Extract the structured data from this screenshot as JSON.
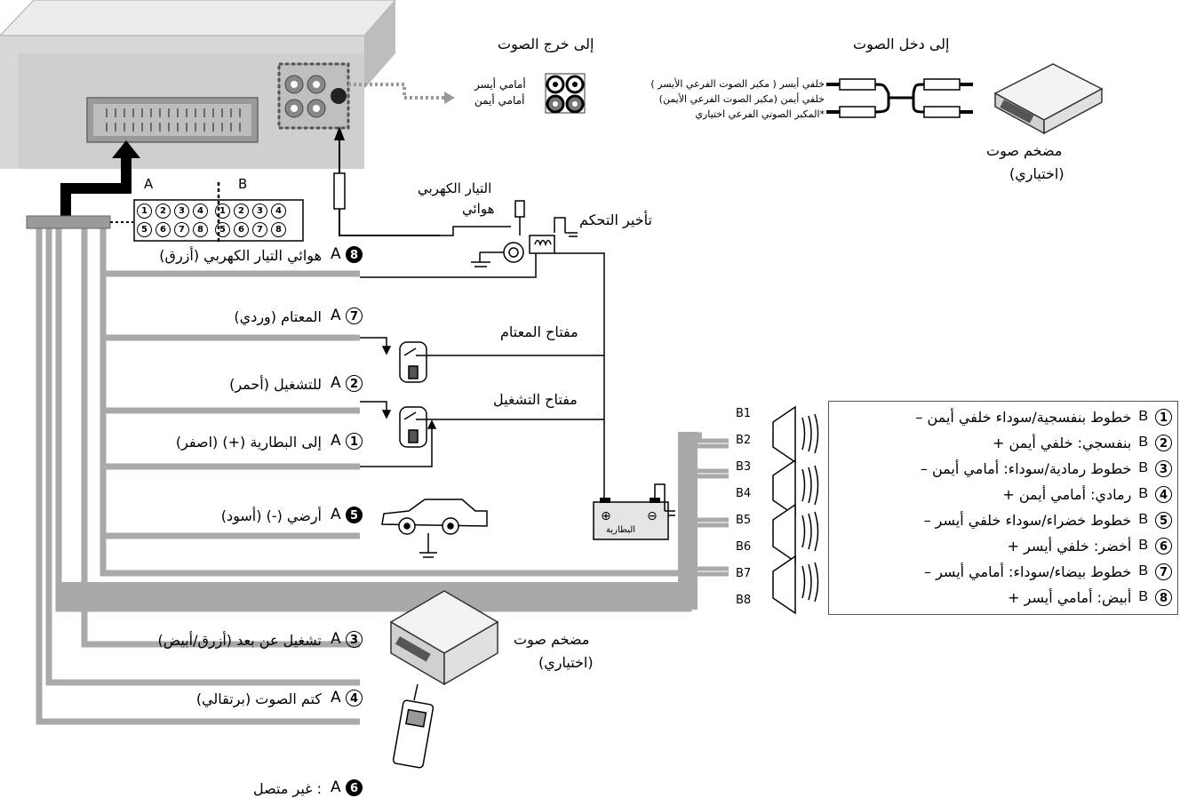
{
  "head_unit": {
    "connector_letters": [
      "A",
      "B"
    ],
    "connector_pins_top": [
      "1",
      "2",
      "3",
      "4",
      "1",
      "2",
      "3",
      "4"
    ],
    "connector_pins_bottom": [
      "5",
      "6",
      "7",
      "8",
      "5",
      "6",
      "7",
      "8"
    ]
  },
  "audio_out": {
    "title": "إلى خرج الصوت",
    "front_left": "أمامي أيسر",
    "front_right": "أمامي أيمن"
  },
  "audio_in": {
    "title": "إلى دخل الصوت",
    "rear_left": "خلفي أيسر ( مكبر الصوت الفرعي الأيسر )",
    "rear_right": "خلفي أيمن (مكبر الصوت الفرعي الأيمن)",
    "note": "*المكبر الصوتي الفرعي اختياري"
  },
  "amp_top": {
    "line1": "مضخم صوت",
    "line2": "(اختياري)"
  },
  "amp_bottom": {
    "line1": "مضخم صوت",
    "line2": "(اختياري)"
  },
  "power_antenna": {
    "line1": "التيار الكهربي",
    "line2": "هوائي"
  },
  "control_delay": "تأخير التحكم",
  "dimmer_switch": "مفتاح المعتام",
  "ignition_switch": "مفتاح التشغيل",
  "battery_label": "البطارية",
  "wires": [
    {
      "pin": "A",
      "num": "8",
      "label": "هوائي التيار الكهربي (أزرق)"
    },
    {
      "pin": "A",
      "num": "7",
      "label": "المعتام (وردي)"
    },
    {
      "pin": "A",
      "num": "2",
      "label": "للتشغيل (أحمر)"
    },
    {
      "pin": "A",
      "num": "1",
      "label": "إلى البطارية (+) (اصفر)"
    },
    {
      "pin": "A",
      "num": "5",
      "label": "أرضي (-) (أسود)"
    },
    {
      "pin": "A",
      "num": "3",
      "label": "تشغيل عن بعد (أزرق/أبيض)"
    },
    {
      "pin": "A",
      "num": "4",
      "label": "كتم الصوت (برتقالي)"
    },
    {
      "pin": "A",
      "num": "6",
      "label": ": غير متصل"
    }
  ],
  "speaker_pins": [
    "B1",
    "B2",
    "B3",
    "B4",
    "B5",
    "B6",
    "B7",
    "B8"
  ],
  "legend": [
    {
      "pin": "B",
      "num": "1",
      "text": "خطوط بنفسجية/سوداء خلفي أيمن –"
    },
    {
      "pin": "B",
      "num": "2",
      "text": "بنفسجي: خلفي أيمن +"
    },
    {
      "pin": "B",
      "num": "3",
      "text": "خطوط رمادية/سوداء: أمامي أيمن –"
    },
    {
      "pin": "B",
      "num": "4",
      "text": "رمادي: أمامي أيمن +"
    },
    {
      "pin": "B",
      "num": "5",
      "text": "خطوط خضراء/سوداء خلفي أيسر –"
    },
    {
      "pin": "B",
      "num": "6",
      "text": "أخضر: خلفي أيسر +"
    },
    {
      "pin": "B",
      "num": "7",
      "text": "خطوط بيضاء/سوداء: أمامي أيسر –"
    },
    {
      "pin": "B",
      "num": "8",
      "text": "أبيض: أمامي أيسر +"
    }
  ]
}
